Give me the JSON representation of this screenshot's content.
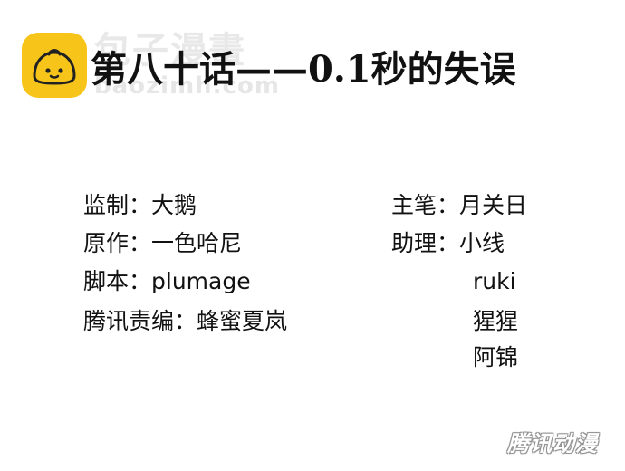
{
  "watermark": {
    "site_name": "包子漫畫",
    "site_url": "baozimh.com",
    "logo_color": "#f7c51a"
  },
  "title": "第八十话——0.1秒的失误",
  "credits": {
    "left": [
      "监制：大鹅",
      "原作：一色哈尼",
      "脚本：plumage",
      "腾讯责编：蜂蜜夏岚"
    ],
    "right": [
      "主笔：月关日",
      "助理：小线",
      "ruki",
      "猩猩",
      "阿锦"
    ]
  },
  "corner_logo": "腾讯动漫"
}
